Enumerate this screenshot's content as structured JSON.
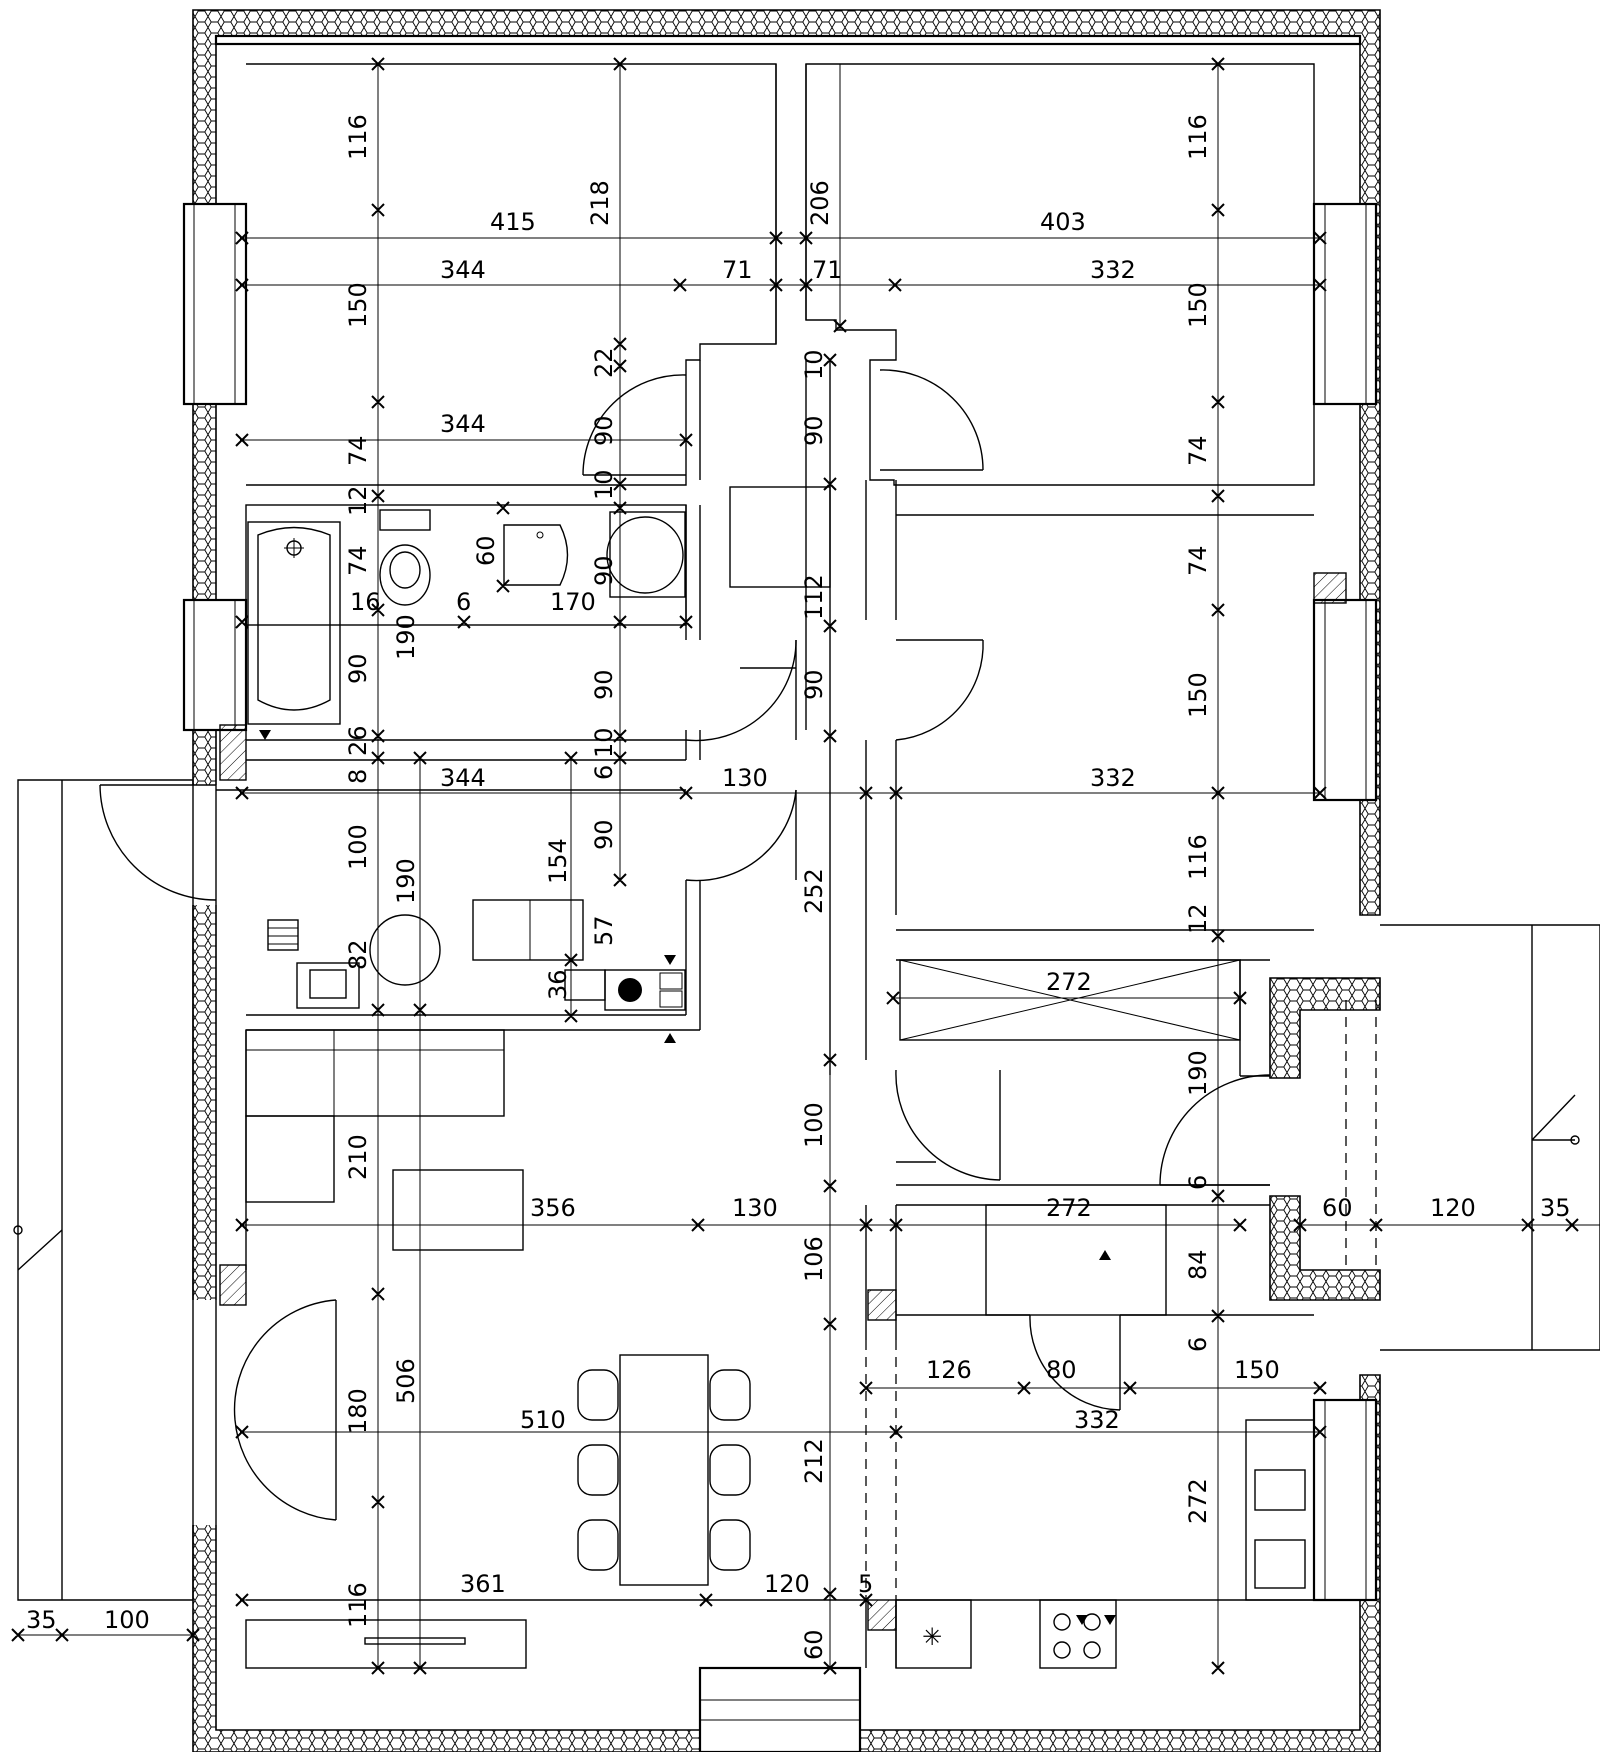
{
  "labels": {
    "top_left_116": "116",
    "top_left_415": "415",
    "top_left_218": "218",
    "top_206": "206",
    "top_right_403": "403",
    "top_right_116": "116",
    "r1_344": "344",
    "r1_71a": "71",
    "r1_71b": "71",
    "r1_332": "332",
    "v_150_left": "150",
    "v_150_right": "150",
    "v_22": "22",
    "v_10_top": "10",
    "r2_344": "344",
    "v_90_a": "90",
    "v_90_b": "90",
    "v_74_a": "74",
    "v_74_b": "74",
    "v_10_mid": "10",
    "v_12_a": "12",
    "v_74_c": "74",
    "v_60": "60",
    "v_90_c": "90",
    "v_74_d": "74",
    "v_112": "112",
    "b_16": "16",
    "b_6": "6",
    "b_170": "170",
    "v_190_a": "190",
    "v_90_d": "90",
    "v_90_e": "90",
    "v_90_f": "90",
    "v_150_mid": "150",
    "v_26": "26",
    "v_10_low": "10",
    "v_6_a": "6",
    "v_8": "8",
    "h_344_b": "344",
    "h_130_a": "130",
    "h_332_b": "332",
    "v_100_a": "100",
    "v_190_b": "190",
    "v_154": "154",
    "v_90_g": "90",
    "v_252": "252",
    "v_116_c": "116",
    "v_57": "57",
    "v_12_b": "12",
    "v_82": "82",
    "v_36": "36",
    "h_272_a": "272",
    "v_190_c": "190",
    "v_100_b": "100",
    "v_210": "210",
    "v_6_b": "6",
    "h_356": "356",
    "h_130_b": "130",
    "h_272_b": "272",
    "h_60": "60",
    "h_120_a": "120",
    "h_35_a": "35",
    "v_106": "106",
    "v_84": "84",
    "v_6_c": "6",
    "h_126": "126",
    "h_80": "80",
    "h_150": "150",
    "v_506": "506",
    "v_180": "180",
    "h_510": "510",
    "h_332_c": "332",
    "v_212": "212",
    "v_272": "272",
    "h_361": "361",
    "h_120_b": "120",
    "h_5": "5",
    "v_116_d": "116",
    "v_60_b": "60",
    "h_35_b": "35",
    "h_100": "100"
  }
}
